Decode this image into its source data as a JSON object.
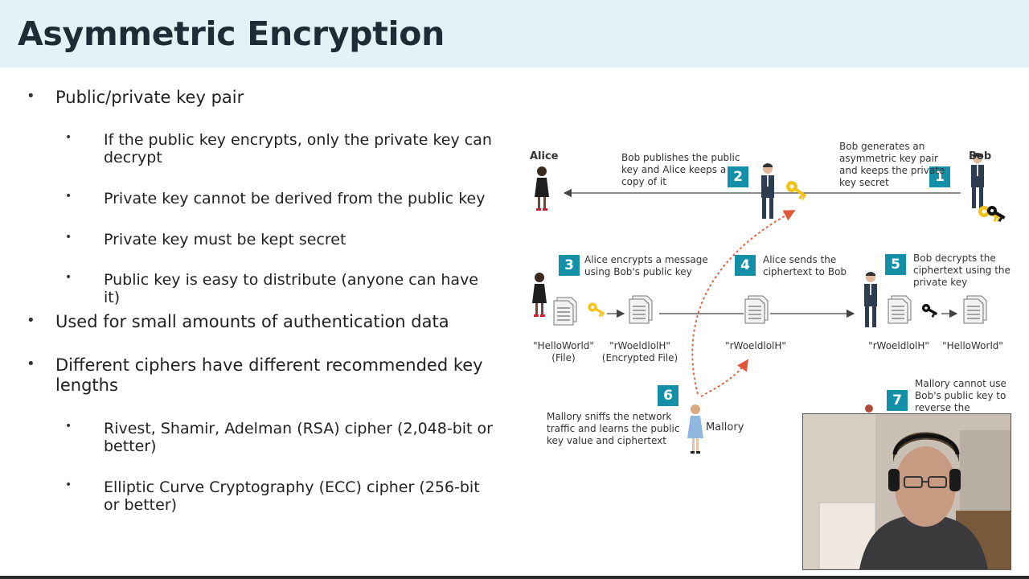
{
  "slide": {
    "title": "Asymmetric Encryption",
    "bullets": [
      {
        "level": 1,
        "text": "Public/private key pair"
      },
      {
        "level": 2,
        "text": "If the public key encrypts, only the private key can decrypt"
      },
      {
        "level": 2,
        "text": "Private key cannot be derived from the public key"
      },
      {
        "level": 2,
        "text": "Private key must be kept secret"
      },
      {
        "level": 2,
        "text": "Public key is easy to distribute (anyone can have it)"
      },
      {
        "level": 1,
        "text": "Used for small amounts of authentication data"
      },
      {
        "level": 1,
        "text": "Different ciphers have different recommended key lengths"
      },
      {
        "level": 2,
        "text": "Rivest, Shamir, Adelman (RSA) cipher (2,048-bit or better)"
      },
      {
        "level": 2,
        "text": "Elliptic Curve Cryptography (ECC) cipher (256-bit or better)"
      }
    ]
  },
  "diagram": {
    "alice": "Alice",
    "bob": "Bob",
    "mallory": "Mallory",
    "step1": {
      "num": "1",
      "text": "Bob generates an asymmetric key pair and keeps the private key secret"
    },
    "step2": {
      "num": "2",
      "text": "Bob publishes the public key and Alice keeps a copy of it"
    },
    "step3": {
      "num": "3",
      "text": "Alice encrypts a message using Bob's public key"
    },
    "step4": {
      "num": "4",
      "text": "Alice sends the ciphertext to Bob"
    },
    "step5": {
      "num": "5",
      "text": "Bob decrypts the ciphertext using the private key"
    },
    "step6": {
      "num": "6",
      "text": "Mallory sniffs the network traffic and learns the public key value and ciphertext"
    },
    "step7": {
      "num": "7",
      "text": "Mallory cannot use Bob's public key to reverse the"
    },
    "file1": "\"HelloWorld\"\n(File)",
    "file2": "\"rWoeldlolH\"\n(Encrypted File)",
    "file3": "\"rWoeldlolH\"",
    "file4": "\"rWoeldlolH\"",
    "file5": "\"HelloWorld\""
  },
  "colors": {
    "accent": "#1390a8",
    "title_bg": "#e4f1f6",
    "public_key": "#f2c21b",
    "private_key": "#111111",
    "sniff_arrow": "#e0583a"
  }
}
